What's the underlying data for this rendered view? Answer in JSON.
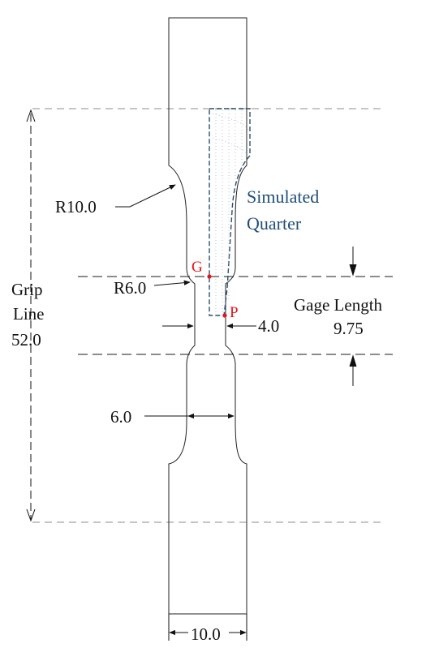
{
  "labels": {
    "r_outer": "R10.0",
    "r_inner": "R6.0",
    "simulated_line1": "Simulated",
    "simulated_line2": "Quarter",
    "point_g": "G",
    "point_p": "P",
    "gage_title": "Gage Length",
    "gage_value": "9.75",
    "grip_line1": "Grip",
    "grip_line2": "Line",
    "grip_value": "52.0",
    "dim_gauge_width": "4.0",
    "dim_shoulder_width": "6.0",
    "dim_grip_width": "10.0"
  },
  "colors": {
    "outline": "#222222",
    "quarter": "#2f4f6f",
    "simulated_text": "#1f4e79",
    "points": "#e8141a",
    "guide": "#b4b4b4"
  }
}
